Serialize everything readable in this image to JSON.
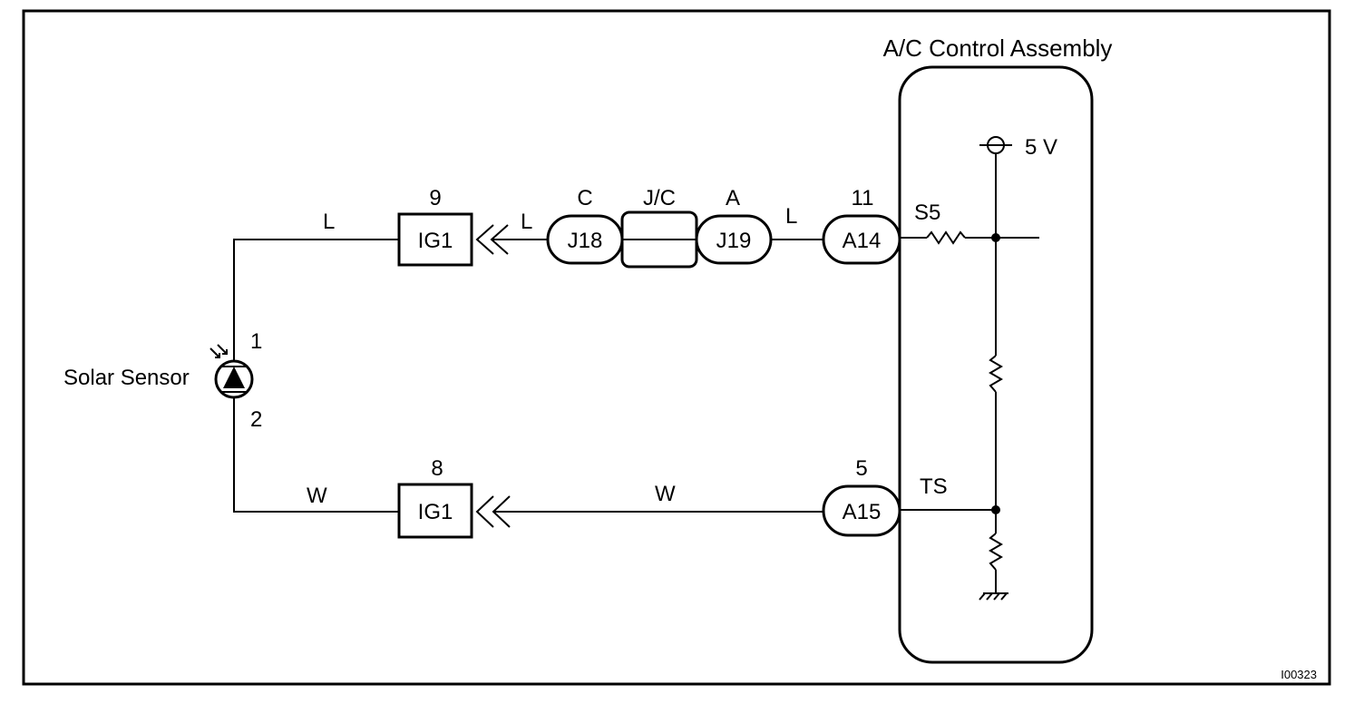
{
  "figure_id": "I00323",
  "control_assembly": {
    "title": "A/C Control Assembly",
    "supply": "5 V",
    "terminal_s5": "S5",
    "terminal_ts": "TS"
  },
  "sensor": {
    "label": "Solar Sensor",
    "pin_top": "1",
    "pin_bottom": "2"
  },
  "upper_circuit": {
    "wire_sensor_color": "L",
    "wire_mid_color": "L",
    "wire_right_color": "L",
    "ig1_pin": "9",
    "ig1_label": "IG1",
    "j18_pin": "C",
    "j18_label": "J18",
    "jc_label": "J/C",
    "j19_pin": "A",
    "j19_label": "J19",
    "a14_pin": "11",
    "a14_label": "A14"
  },
  "lower_circuit": {
    "wire_sensor_color": "W",
    "wire_right_color": "W",
    "ig1_pin": "8",
    "ig1_label": "IG1",
    "a15_pin": "5",
    "a15_label": "A15"
  }
}
